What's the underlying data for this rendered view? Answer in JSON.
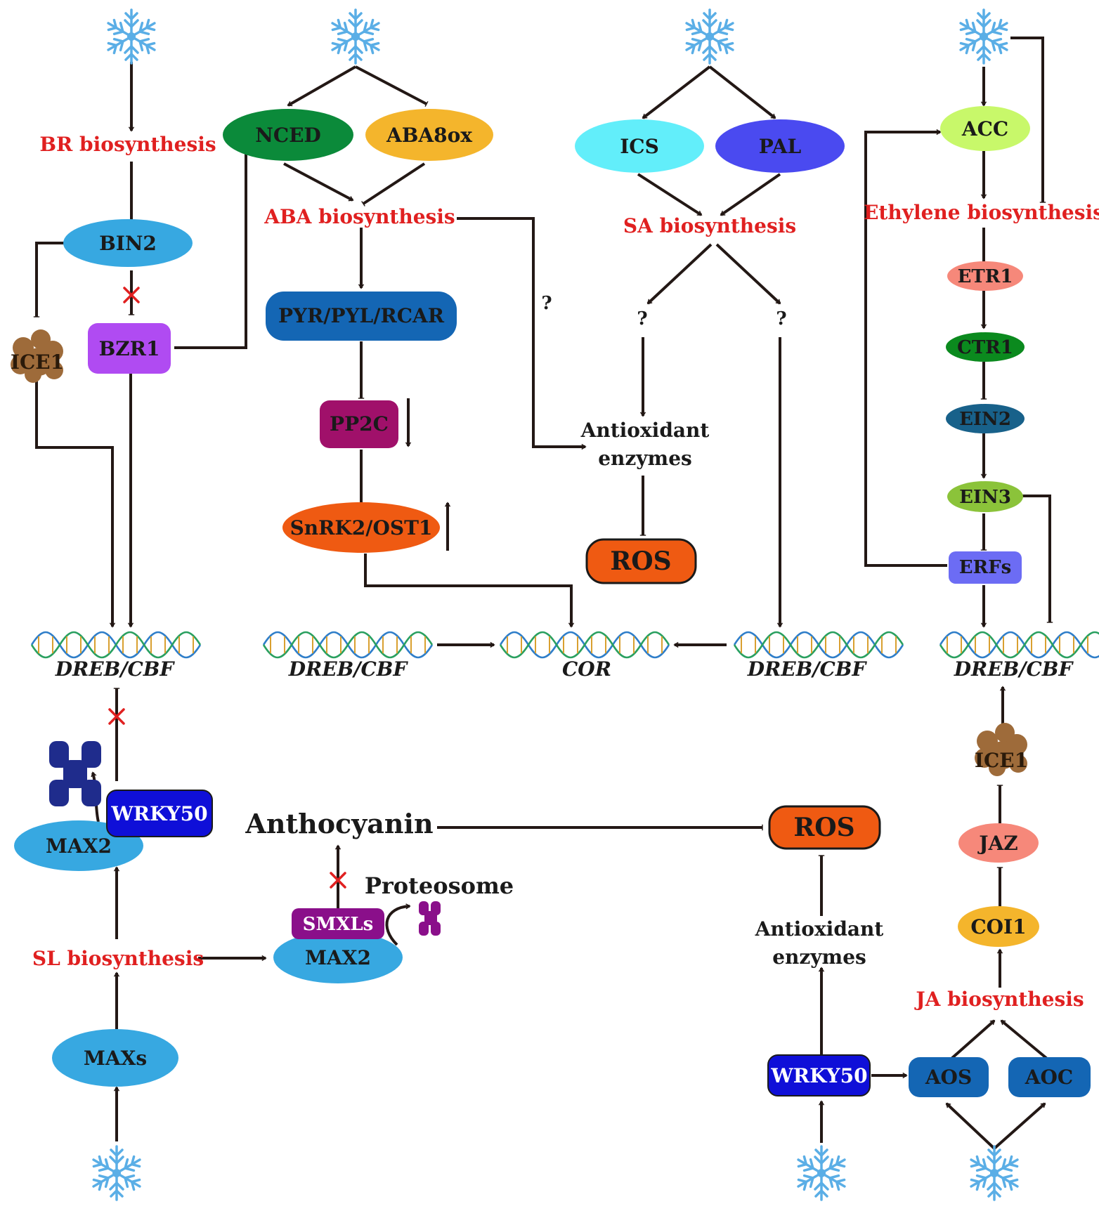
{
  "colors": {
    "arrow": "#231815",
    "red_label": "#e02020",
    "snowflake": "#5aaee6",
    "dna_strand_a": "#2f7ec9",
    "dna_strand_b": "#2aa060",
    "dna_rung": "#d9a030"
  },
  "icons": {
    "cold_signal": "snowflake-icon",
    "gene": "dna-helix-icon",
    "proteasome": "proteasome-icon",
    "blocked": "red-x-icon"
  },
  "nodes": {
    "bin2": "BIN2",
    "bzr1": "BZR1",
    "ice1_left": "ICE1",
    "nced": "NCED",
    "aba8ox": "ABA8ox",
    "pyr": "PYR/PYL/RCAR",
    "pp2c": "PP2C",
    "snrk2": "SnRK2/OST1",
    "ics": "ICS",
    "pal": "PAL",
    "ros_top": "ROS",
    "acc": "ACC",
    "etr1": "ETR1",
    "ctr1": "CTR1",
    "ein2": "EIN2",
    "ein3": "EIN3",
    "erfs": "ERFs",
    "ice1_right": "ICE1",
    "jaz": "JAZ",
    "coi1": "COI1",
    "aos": "AOS",
    "aoc": "AOC",
    "wrky50_right": "WRKY50",
    "ros_bottom": "ROS",
    "max2_left": "MAX2",
    "wrky50_left": "WRKY50",
    "maxs": "MAXs",
    "smxls": "SMXLs",
    "max2_mid": "MAX2"
  },
  "labels": {
    "br_biosynthesis": "BR biosynthesis",
    "aba_biosynthesis": "ABA biosynthesis",
    "sa_biosynthesis": "SA biosynthesis",
    "ethylene_biosynthesis": "Ethylene biosynthesis",
    "ja_biosynthesis": "JA biosynthesis",
    "sl_biosynthesis": "SL biosynthesis",
    "antioxidant_top_1": "Antioxidant",
    "antioxidant_top_2": "enzymes",
    "antioxidant_bottom_1": "Antioxidant",
    "antioxidant_bottom_2": "enzymes",
    "anthocyanin": "Anthocyanin",
    "proteosome": "Proteosome",
    "unknown_aba": "?",
    "unknown_sa_left": "?",
    "unknown_sa_right": "?"
  },
  "genes": {
    "dreb_cbf_1": "DREB/CBF",
    "dreb_cbf_2": "DREB/CBF",
    "cor": "COR",
    "dreb_cbf_3": "DREB/CBF",
    "dreb_cbf_4": "DREB/CBF"
  },
  "level_arrows": {
    "pp2c": "down",
    "snrk2": "up"
  }
}
